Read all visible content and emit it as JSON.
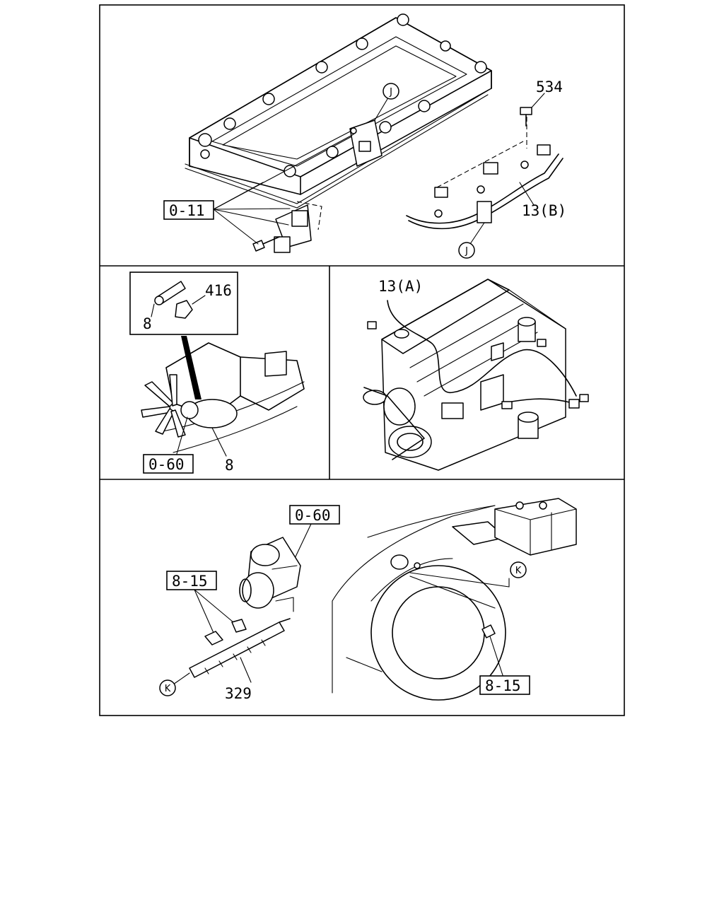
{
  "callouts": {
    "p1_ref": "0-11",
    "p1_bolt": "534",
    "p1_harness": "13(B)",
    "p1_j_top": "J",
    "p1_j_bottom": "J",
    "p2_nut": "416",
    "p2_sensor_inset": "8",
    "p2_sensor": "8",
    "p2_ref": "0-60",
    "p3_harness": "13(A)",
    "p4_ref_starter": "0-60",
    "p4_ref_bolt": "8-15",
    "p4_cable": "329",
    "p4_k_left": "K",
    "p4_k_right": "K",
    "p4_ref_nut": "8-15"
  }
}
